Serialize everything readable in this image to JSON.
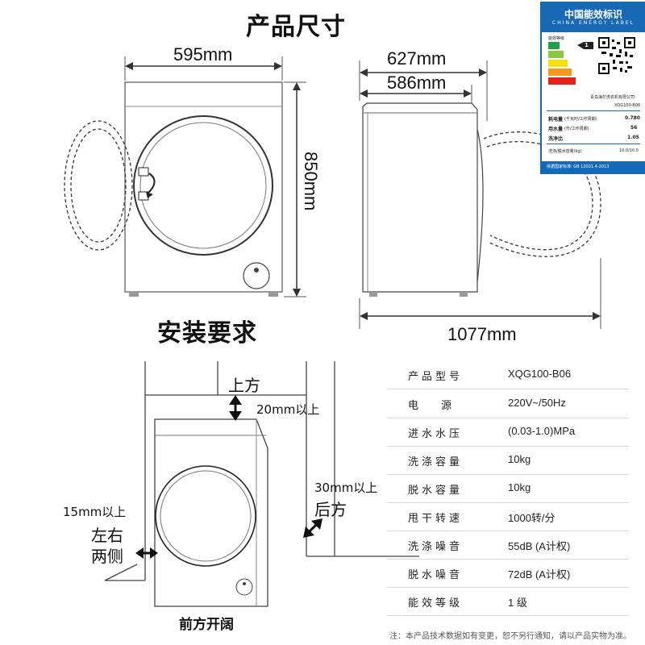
{
  "product_size": {
    "title": "产品尺寸",
    "width": "595mm",
    "height": "850mm",
    "depth_total": "627mm",
    "depth_body": "586mm",
    "depth_door_open": "1077mm"
  },
  "installation": {
    "title": "安装要求",
    "top_label": "上方",
    "top_gap": "20mm以上",
    "back_gap": "30mm以上",
    "back_label": "后方",
    "side_gap": "15mm以上",
    "side_label_1": "左右",
    "side_label_2": "两侧",
    "front_label": "前方开阔"
  },
  "specs": [
    {
      "key": "产品型号",
      "value": "XQG100-B06"
    },
    {
      "key": "电源",
      "value": "220V~/50Hz"
    },
    {
      "key": "进水水压",
      "value": "(0.03-1.0)MPa"
    },
    {
      "key": "洗涤容量",
      "value": "10kg"
    },
    {
      "key": "脱水容量",
      "value": "10kg"
    },
    {
      "key": "甩干转速",
      "value": "1000转/分"
    },
    {
      "key": "洗涤噪音",
      "value": "55dB (A计权)"
    },
    {
      "key": "脱水噪音",
      "value": "72dB (A计权)"
    },
    {
      "key": "能效等级",
      "value": "1 级"
    }
  ],
  "footnote": "注：本产品技术数据如有变更，恕不另行通知，请以产品实物为准。",
  "energy_label": {
    "title_cn": "中国能效标识",
    "title_en": "CHINA ENERGY LABEL",
    "grade": "1",
    "grade_label": "能效等级",
    "model": "XQG100-B06",
    "manufacturer": "青岛海尔洗衣机有限公司",
    "rows": [
      {
        "key": "耗电量",
        "unit": "(千瓦时/工作周期)",
        "value": "0.780"
      },
      {
        "key": "用水量",
        "unit": "(升/工作周期)",
        "value": "56"
      },
      {
        "key": "洗净比",
        "unit": "",
        "value": "1.05"
      }
    ],
    "capacity_label": "洗涤/脱水容量(kg)",
    "capacity_value": "10.0/10.0",
    "standard": "依据国家标准: GB 12021.4-2013",
    "colors": [
      "#1fa24a",
      "#8cc63f",
      "#f7e017",
      "#f39a1e",
      "#e2231a"
    ],
    "brand_color": "#1769b3"
  }
}
